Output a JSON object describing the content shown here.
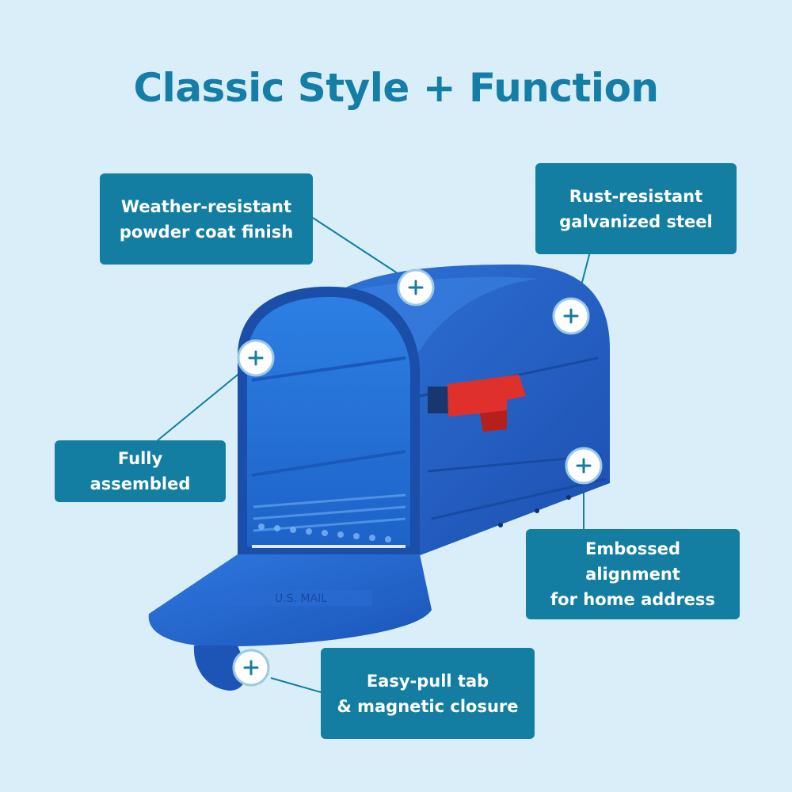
{
  "title": "Classic Style + Function",
  "callouts": {
    "finish": "Weather-resistant\npowder coat finish",
    "steel": "Rust-resistant\ngalvanized steel",
    "assembled": "Fully assembled",
    "address": "Embossed alignment\nfor home address",
    "closure": "Easy-pull tab\n& magnetic closure"
  },
  "door_embossing": "U.S. MAIL",
  "colors": {
    "background": "#d9eef8",
    "accent": "#137ea1",
    "mailbox": "#1f5fc4",
    "flag": "#e0302b"
  },
  "icons": [
    "plus-marker-icon"
  ]
}
